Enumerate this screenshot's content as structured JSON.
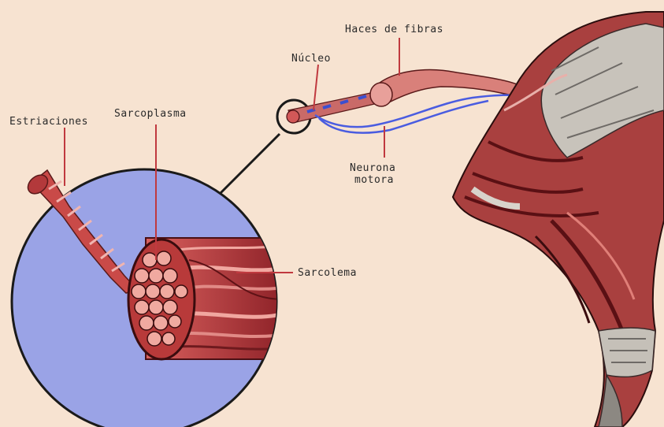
{
  "labels": {
    "haces_de_fibras": "Haces de fibras",
    "nucleo": "Núcleo",
    "estriaciones": "Estriaciones",
    "sarcoplasma": "Sarcoplasma",
    "neurona_line1": "Neurona",
    "neurona_line2": "motora",
    "sarcolema": "Sarcolema"
  },
  "colors": {
    "background": "#f7e3d1",
    "magnifier": "#9aa3e6",
    "muscle_red": "#c0393f",
    "muscle_dark": "#6e1a1e",
    "fiber_pink": "#e8a09a",
    "nerve_blue": "#4a5ce0",
    "tendon_gray": "#b9b6b0",
    "line": "#2a2a2a"
  }
}
